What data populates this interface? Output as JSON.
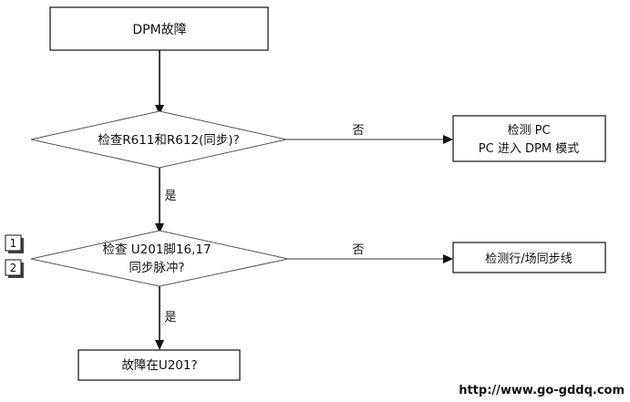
{
  "nodes": {
    "start": "DPM故障",
    "check1": "检查R611和R612(同步)?",
    "check2_line1": "检查 U201脚16,17",
    "check2_line2": "同步脉冲?",
    "action1_line1": "检测 PC",
    "action1_line2": "PC 进入 DPM 模式",
    "action2": "检测行/场同步线",
    "end": "故障在U201?"
  },
  "edge_labels": {
    "no1": "否",
    "yes1": "是",
    "no2": "否",
    "yes2": "是"
  },
  "markers": [
    "1",
    "2"
  ],
  "watermark": "http://www.go-gddq.com",
  "colors": {
    "stroke": "#111111",
    "diamond_stroke": "#555555",
    "watermark": "#1a1a1a"
  }
}
